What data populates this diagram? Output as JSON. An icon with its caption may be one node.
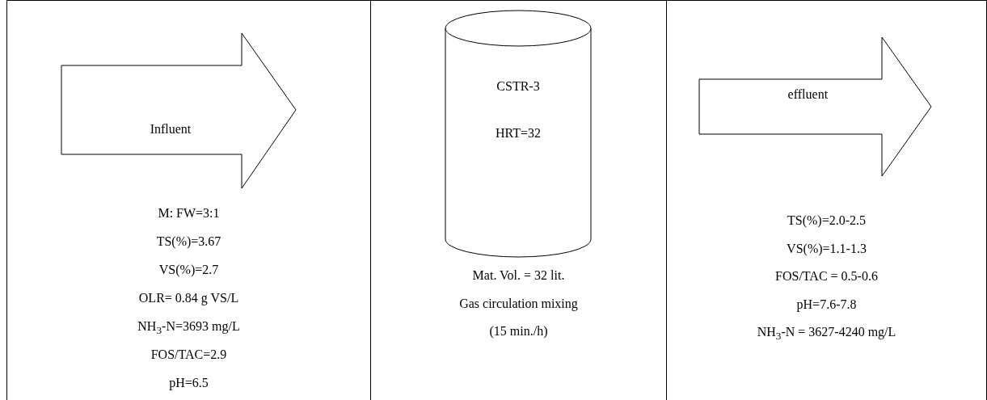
{
  "diagram": {
    "nodes": [
      {
        "text": [
          "M:  FW=3:1",
          "TS(%)=3.67",
          "VS(%)=2.7",
          "OLR= 0.84 g VS/L",
          "NH$_{3}$-N=3693 mg/L",
          "FOS/TAC=2.9",
          "pH=6.5"
        ]
      },
      {
        "text": [
          "Influent"
        ],
        "in": 0
      },
      {
        "text": [
          "Mat. Vol. = 32 lit.",
          "Gas circulation mixing",
          "(15 min./h)"
        ]
      },
      {
        "text": [
          "CSTR-3",
          "HRT=32"
        ],
        "in": 2
      },
      {
        "text": [
          "TS(%)=2.0-2.5",
          "VS(%)=1.1-1.3",
          "FOS/TAC = 0.5-0.6",
          "pH=7.6-7.8",
          "NH$_{3}$-N = 3627-4240 mg/L"
        ]
      },
      {
        "text": [
          "effluent"
        ],
        "in": 4
      }
    ],
    "edges": []
  }
}
